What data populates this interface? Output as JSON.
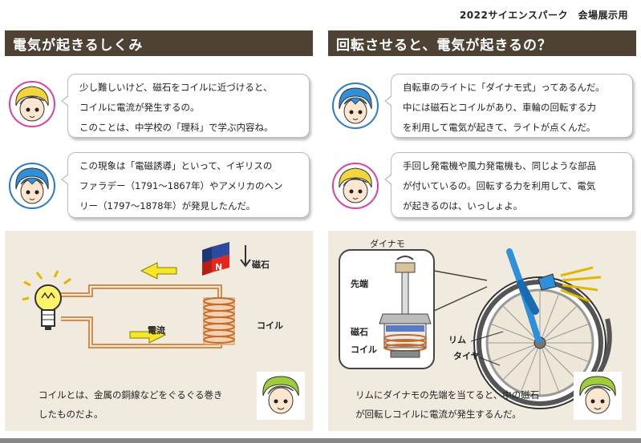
{
  "header": {
    "label": "2022サイエンスパーク　会場展示用"
  },
  "left": {
    "title": "電気が起きるしくみ",
    "bubble1": [
      "少し難しいけど、磁石をコイルに近づけると、",
      "コイルに電流が発生するの。",
      "このことは、中学校の「理科」で学ぶ内容ね。"
    ],
    "bubble2": [
      "この現象は「電磁誘導」といって、イギリスの",
      "ファラデー（1791〜1867年）やアメリカのヘン",
      "リー（1797〜1878年）が発見したんだ。"
    ],
    "labels": {
      "magnet": "磁石",
      "magnet_pole": "N",
      "coil": "コイル",
      "current": "電流"
    },
    "caption": [
      "コイルとは、金属の銅線などをぐるぐる巻き",
      "したものだよ。"
    ]
  },
  "right": {
    "title": "回転させると、電気が起きるの？",
    "bubble1": [
      "自転車のライトに「ダイナモ式」ってあるんだ。",
      "中には磁石とコイルがあり、車輪の回転する力",
      "を利用して電気が起きて、ライトが点くんだ。"
    ],
    "bubble2": [
      "手回し発電機や風力発電機も、同じような部品",
      "が付いているの。回転する力を利用して、電気",
      "が起きるのは、いっしょよ。"
    ],
    "labels": {
      "dynamo": "ダイナモ",
      "tip": "先端",
      "magnet": "磁石",
      "coil": "コイル",
      "rim": "リム",
      "tire": "タイヤ"
    },
    "caption": [
      "リムにダイナモの先端を当てると、中の磁石",
      "が回転しコイルに電流が発生するんだ。"
    ]
  },
  "colors": {
    "title_bg": "#4d4233",
    "diagram_bg": "#f1ebdf",
    "arrow_yellow": "#f5e62a",
    "magnet_red": "#e8251c",
    "magnet_blue": "#2d4a9e",
    "coil_copper": "#d88a4b"
  }
}
